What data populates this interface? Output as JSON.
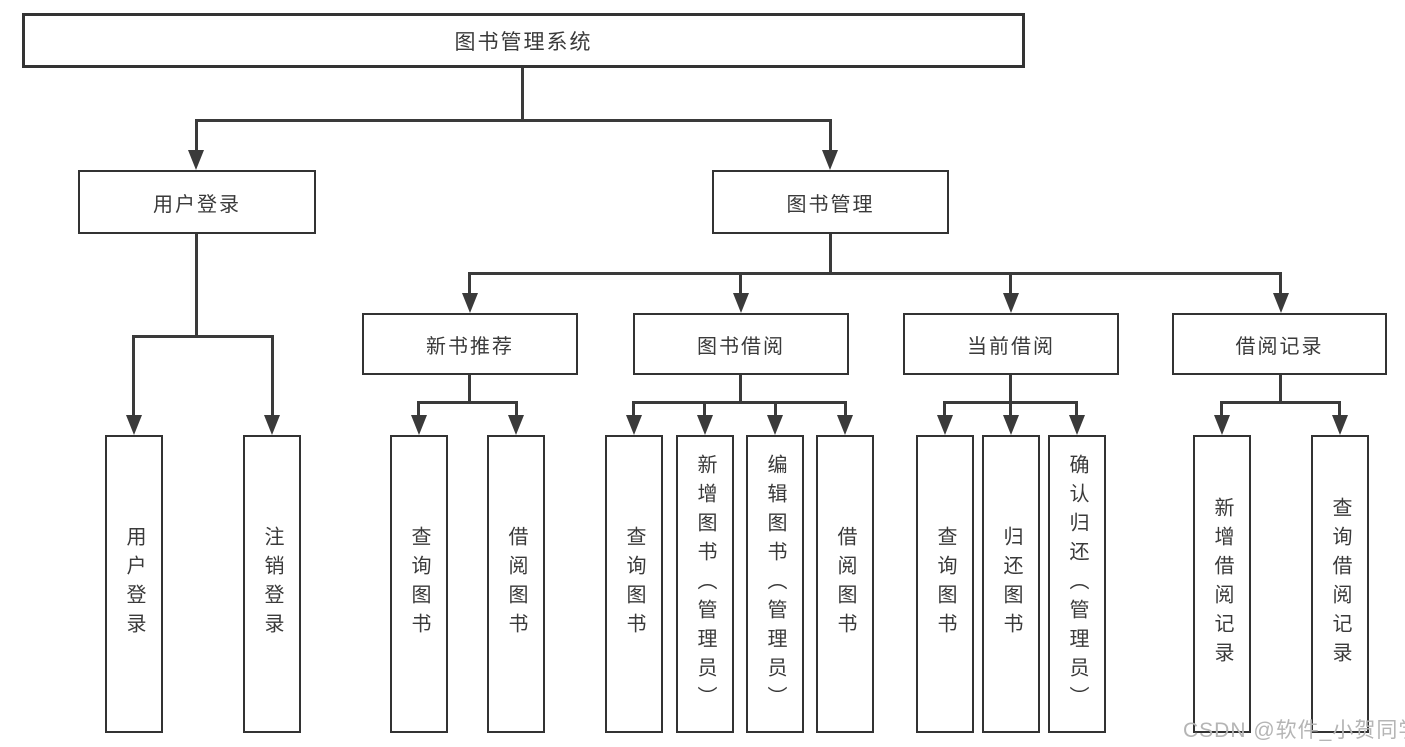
{
  "diagram": {
    "root": "图书管理系统",
    "branches": {
      "user_login": "用户登录",
      "book_management": "图书管理"
    },
    "modules": {
      "new_book_recommend": "新书推荐",
      "book_borrowing": "图书借阅",
      "current_borrowing": "当前借阅",
      "borrowing_records": "借阅记录"
    },
    "leaves": {
      "under_user_login": [
        "用户登录",
        "注销登录"
      ],
      "under_new_book_recommend": [
        "查询图书",
        "借阅图书"
      ],
      "under_book_borrowing": [
        "查询图书",
        "新增图书（管理员）",
        "编辑图书（管理员）",
        "借阅图书"
      ],
      "under_current_borrowing": [
        "查询图书",
        "归还图书",
        "确认归还（管理员）"
      ],
      "under_borrowing_records": [
        "新增借阅记录",
        "查询借阅记录"
      ]
    },
    "colors": {
      "line": "#3a3a3a",
      "box_border": "#333333",
      "text": "#3a3a3a",
      "watermark": "#b5b5b5"
    },
    "watermark": "CSDN @软件_小贺同学"
  }
}
